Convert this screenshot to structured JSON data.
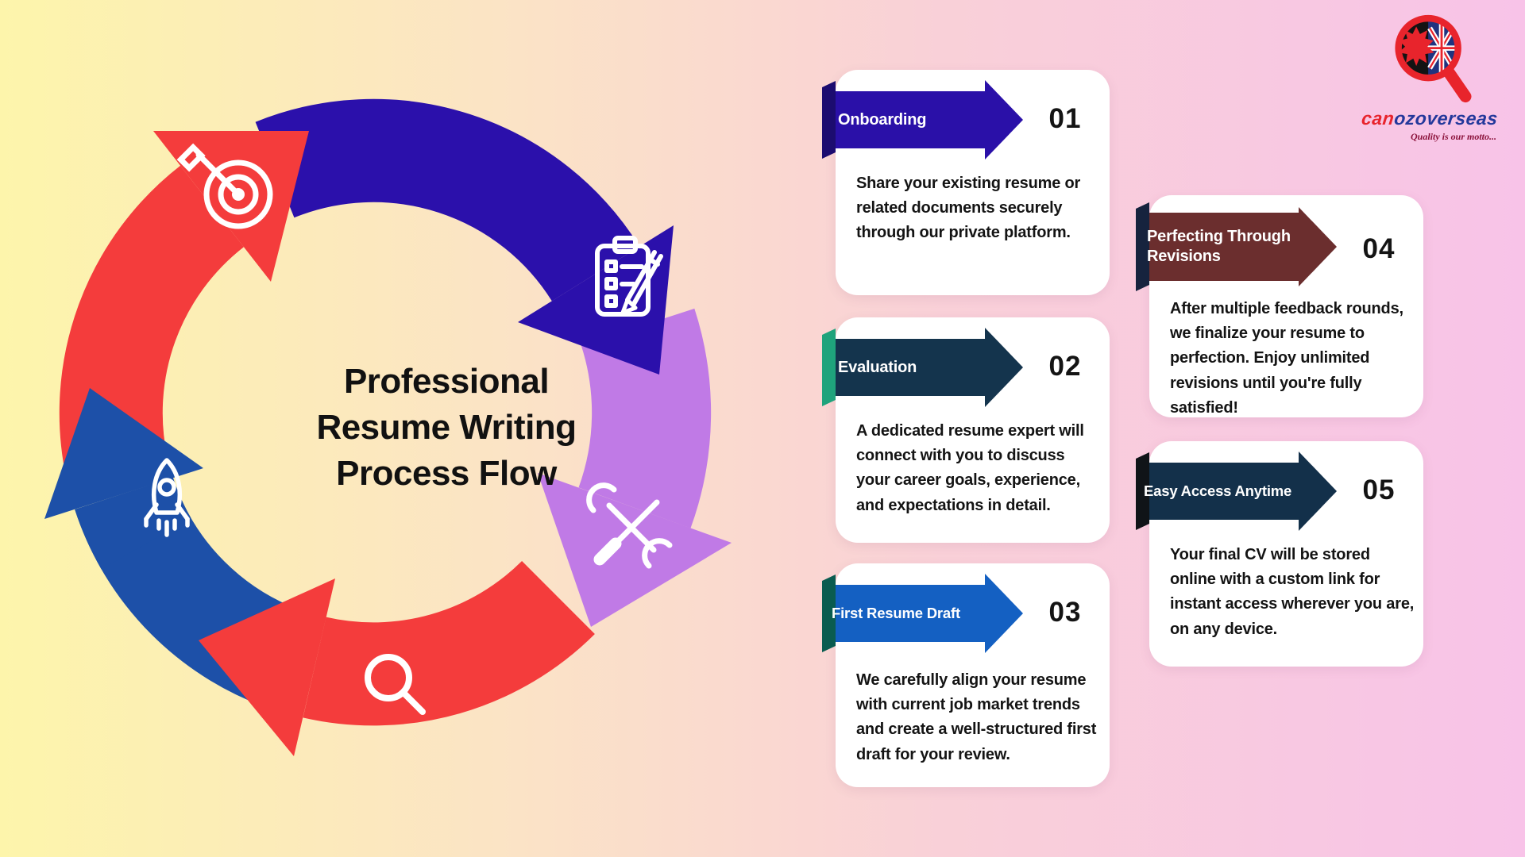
{
  "title": "Professional Resume Writing Process Flow",
  "background": {
    "left": "#fdf5ab",
    "mid": "#fbe3c6",
    "right": "#f8c3e8"
  },
  "logo": {
    "brand_prefix": "can",
    "brand_suffix": "ozoverseas",
    "motto": "Quality is our motto...",
    "colors": {
      "red": "#e8242c",
      "blue": "#23389b",
      "motto": "#8b123b",
      "jack_navy": "#20337f"
    }
  },
  "cycle": {
    "colors": {
      "red": "#f43c3c",
      "dark_blue": "#2b10ab",
      "purple": "#c07ae6",
      "blue": "#1d50a8",
      "icon": "#ffffff"
    },
    "segments": [
      {
        "icon": "target-icon",
        "color_key": "red"
      },
      {
        "icon": "clipboard-pencil-icon",
        "color_key": "dark_blue"
      },
      {
        "icon": "tools-icon",
        "color_key": "purple"
      },
      {
        "icon": "search-icon",
        "color_key": "red"
      },
      {
        "icon": "rocket-icon",
        "color_key": "blue"
      }
    ]
  },
  "steps": [
    {
      "number": "01",
      "label": "Onboarding",
      "description": "Share your existing resume or related documents securely through our private platform.",
      "banner_color": "#2a10a8",
      "fold_color": "#1c0c70"
    },
    {
      "number": "02",
      "label": "Evaluation",
      "description": "A dedicated resume expert will connect with you to discuss your career goals, experience, and expectations in detail.",
      "banner_color": "#14344d",
      "fold_color": "#1fa37c"
    },
    {
      "number": "03",
      "label": "First Resume Draft",
      "description": "We carefully align your resume with current job market trends and create a well-structured first draft for your review.",
      "banner_color": "#1460c2",
      "fold_color": "#0a5c50"
    },
    {
      "number": "04",
      "label": "Perfecting Through Revisions",
      "description": "After multiple feedback rounds, we finalize your resume to perfection. Enjoy unlimited revisions until you're fully satisfied!",
      "banner_color": "#6b2e2e",
      "fold_color": "#16233e"
    },
    {
      "number": "05",
      "label": "Easy Access Anytime",
      "description": "Your final CV will be stored online with a custom link for instant access wherever you are, on any device.",
      "banner_color": "#13304a",
      "fold_color": "#101418"
    }
  ]
}
